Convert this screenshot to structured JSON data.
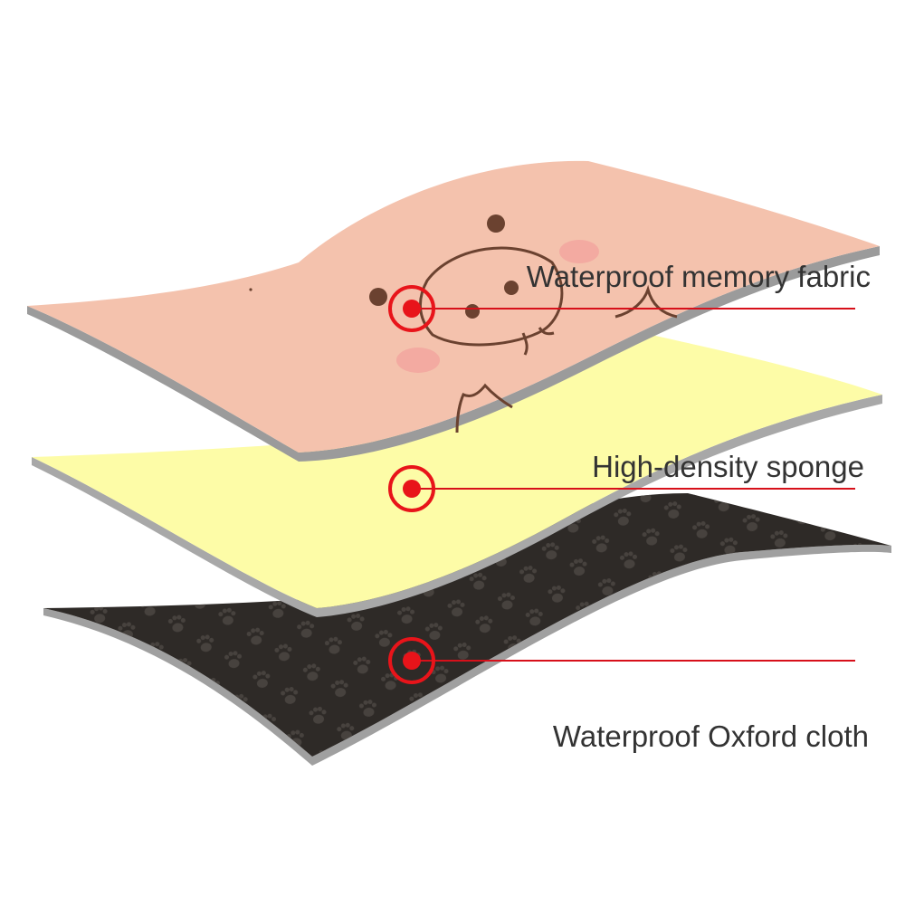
{
  "layers": [
    {
      "key": "top",
      "label": "Waterproof memory fabric",
      "color": "#f4c2ad",
      "edge_color": "#9b9b9b"
    },
    {
      "key": "middle",
      "label": "High-density sponge",
      "color": "#fdfca7",
      "edge_color": "#a8a8a8"
    },
    {
      "key": "bottom",
      "label": "Waterproof Oxford cloth",
      "color": "#2e2a27",
      "edge_color": "#a0a0a0"
    }
  ],
  "marker": {
    "color": "#e8141a",
    "line_color": "#d7101a"
  },
  "icons": [
    "pig-face-icon",
    "paw-print-icon"
  ]
}
